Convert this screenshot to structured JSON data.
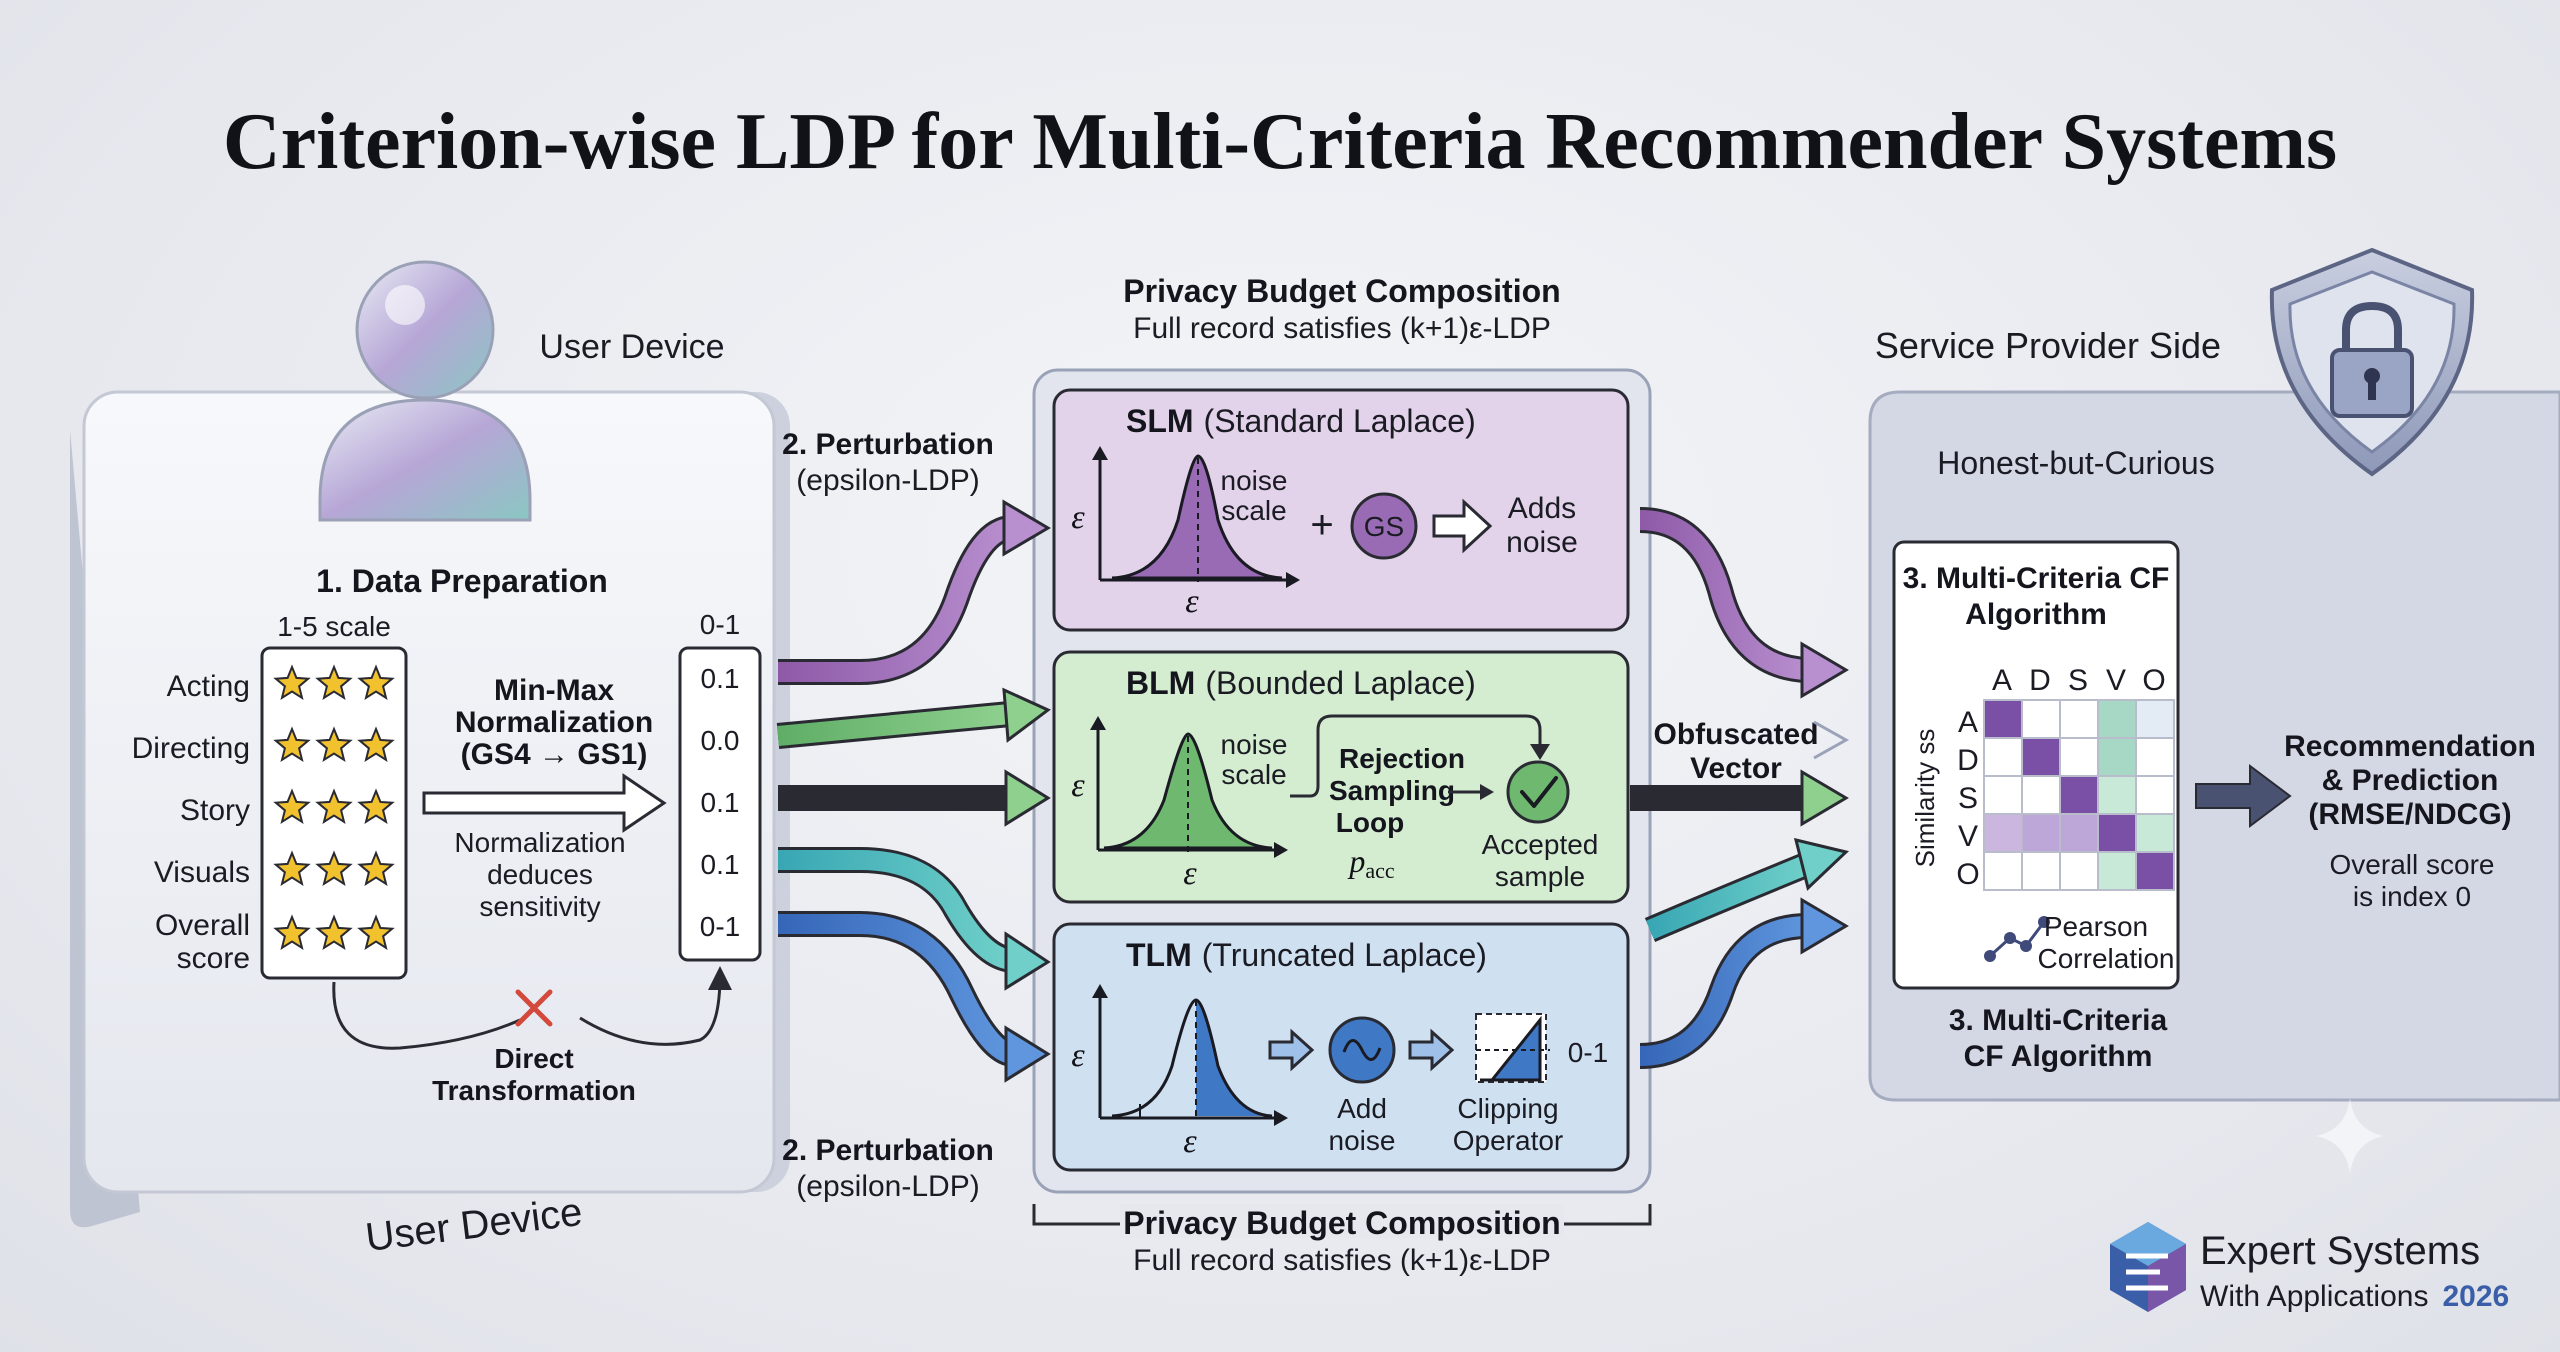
{
  "title": "Criterion-wise LDP for Multi-Criteria Recommender Systems",
  "user_device": {
    "top_label": "User Device",
    "bottom_label": "User Device",
    "step_title": "1. Data Preparation",
    "scale_label": "1-5 scale",
    "criteria": [
      {
        "name": "Acting",
        "stars": 3
      },
      {
        "name": "Directing",
        "stars": 3
      },
      {
        "name": "Story",
        "stars": 3
      },
      {
        "name": "Visuals",
        "stars": 3
      },
      {
        "name": "Overall",
        "name2": "score",
        "stars": 3
      }
    ],
    "normalization_line1": "Min-Max",
    "normalization_line2": "Normalization",
    "normalization_line3": "(GS4 → GS1)",
    "note_line1": "Normalization",
    "note_line2": "deduces",
    "note_line3": "sensitivity",
    "range_label": "0-1",
    "normalized_values": [
      "0.1",
      "0.0",
      "0.1",
      "0.1",
      "0-1"
    ],
    "direct_line1": "Direct",
    "direct_line2": "Transformation"
  },
  "perturbation": {
    "top_line1": "2. Perturbation",
    "top_line2": "(epsilon-LDP)",
    "bottom_line1": "2. Perturbation",
    "bottom_line2": "(epsilon-LDP)"
  },
  "privacy_budget": {
    "top_title": "Privacy Budget Composition",
    "top_subtitle": "Full record satisfies (k+1)ε-LDP",
    "bottom_title": "Privacy Budget Composition",
    "bottom_subtitle": "Full record satisfies (k+1)ε-LDP"
  },
  "mechanisms": {
    "slm": {
      "abbr": "SLM",
      "full": "(Standard Laplace)",
      "noise_line1": "noise",
      "noise_line2": "scale",
      "plus": "+",
      "gs": "GS",
      "adds_line1": "Adds",
      "adds_line2": "noise",
      "axis_y": "ε",
      "axis_x": "ε"
    },
    "blm": {
      "abbr": "BLM",
      "full": "(Bounded Laplace)",
      "noise_line1": "noise",
      "noise_line2": "scale",
      "rej_line1": "Rejection",
      "rej_line2": "Sampling",
      "rej_line3": "Loop",
      "pacc": "p",
      "pacc_sub": "acc",
      "acc_line1": "Accepted",
      "acc_line2": "sample",
      "axis_y": "ε",
      "axis_x": "ε"
    },
    "tlm": {
      "abbr": "TLM",
      "full": "(Truncated Laplace)",
      "add_line1": "Add",
      "add_line2": "noise",
      "clip_line1": "Clipping",
      "clip_line2": "Operator",
      "range": "0-1",
      "axis_y": "ε",
      "axis_x": "ε"
    }
  },
  "obfuscated_line1": "Obfuscated",
  "obfuscated_line2": "Vector",
  "provider": {
    "label": "Service Provider Side",
    "honest": "Honest-but-Curious",
    "cf_title_line1": "3. Multi-Criteria CF",
    "cf_title_line2": "Algorithm",
    "matrix_cols": [
      "A",
      "D",
      "S",
      "V",
      "O"
    ],
    "matrix_rows": [
      "A",
      "D",
      "S",
      "V",
      "O"
    ],
    "matrix_ylabel": "Similarity ss",
    "pearson_line1": "Pearson",
    "pearson_line2": "Correlation",
    "cf_bottom_line1": "3. Multi-Criteria",
    "cf_bottom_line2": "CF Algorithm"
  },
  "output": {
    "line1": "Recommendation",
    "line2": "& Prediction",
    "line3": "(RMSE/NDCG)",
    "note_line1": "Overall score",
    "note_line2": "is index 0"
  },
  "journal": {
    "name": "Expert Systems",
    "sub": "With Applications",
    "year": "2026"
  },
  "colors": {
    "slm": "#9a6bb5",
    "blm": "#6fb86f",
    "tlm": "#3f78c4",
    "teal": "#4ab6b8",
    "star": "#f2c12e"
  }
}
